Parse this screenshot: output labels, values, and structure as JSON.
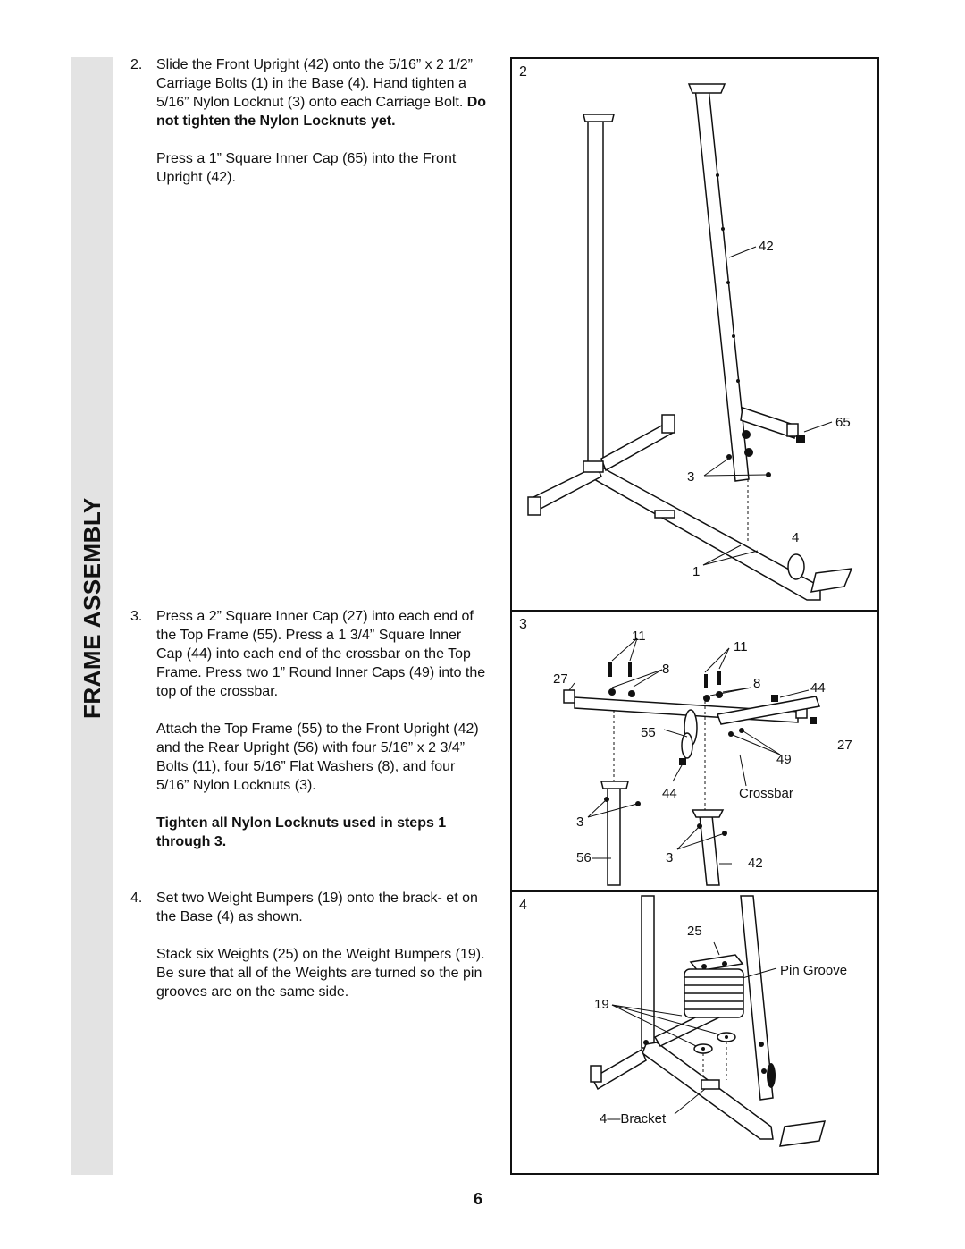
{
  "sidebar": {
    "title": "FRAME ASSEMBLY"
  },
  "steps": [
    {
      "number": "2.",
      "p1_text": "Slide the Front Upright (42) onto the 5/16” x 2 1/2” Carriage Bolts (1) in the Base (4). Hand tighten a 5/16” Nylon Locknut (3) onto each Carriage Bolt.",
      "p1_bold": "Do not tighten the Nylon Locknuts yet.",
      "p2": "Press a 1” Square Inner Cap (65) into the Front Upright (42)."
    },
    {
      "number": "3.",
      "p1": "Press a 2” Square Inner Cap (27) into each end of the Top Frame (55). Press a 1 3/4” Square Inner Cap (44) into each end of the crossbar on the Top Frame. Press two 1” Round Inner Caps (49) into the top of the crossbar.",
      "p2": "Attach the Top Frame (55) to the Front Upright (42) and the Rear Upright (56) with four 5/16” x 2 3/4” Bolts (11), four 5/16” Flat Washers (8), and four 5/16” Nylon Locknuts (3).",
      "p3_bold": "Tighten all Nylon Locknuts used in steps 1 through 3."
    },
    {
      "number": "4.",
      "p1": "Set two Weight Bumpers (19) onto the brack- et on the Base (4) as shown.",
      "p2": "Stack six Weights (25) on the Weight Bumpers (19). Be sure that all of the Weights are turned so the pin grooves are on the same side."
    }
  ],
  "figures": [
    {
      "number": "2",
      "labels": {
        "l42": "42",
        "l65": "65",
        "l3": "3",
        "l4": "4",
        "l1": "1"
      }
    },
    {
      "number": "3",
      "labels": {
        "l11a": "11",
        "l11b": "11",
        "l27a": "27",
        "l8a": "8",
        "l8b": "8",
        "l44a": "44",
        "l55": "55",
        "l27b": "27",
        "l49": "49",
        "l44b": "44",
        "l_crossbar": "Crossbar",
        "l3a": "3",
        "l56": "56",
        "l3b": "3",
        "l42": "42"
      }
    },
    {
      "number": "4",
      "labels": {
        "l25": "25",
        "l_pin": "Pin Groove",
        "l19": "19",
        "l_bracket": "4—Bracket"
      }
    }
  ],
  "page_number": "6"
}
